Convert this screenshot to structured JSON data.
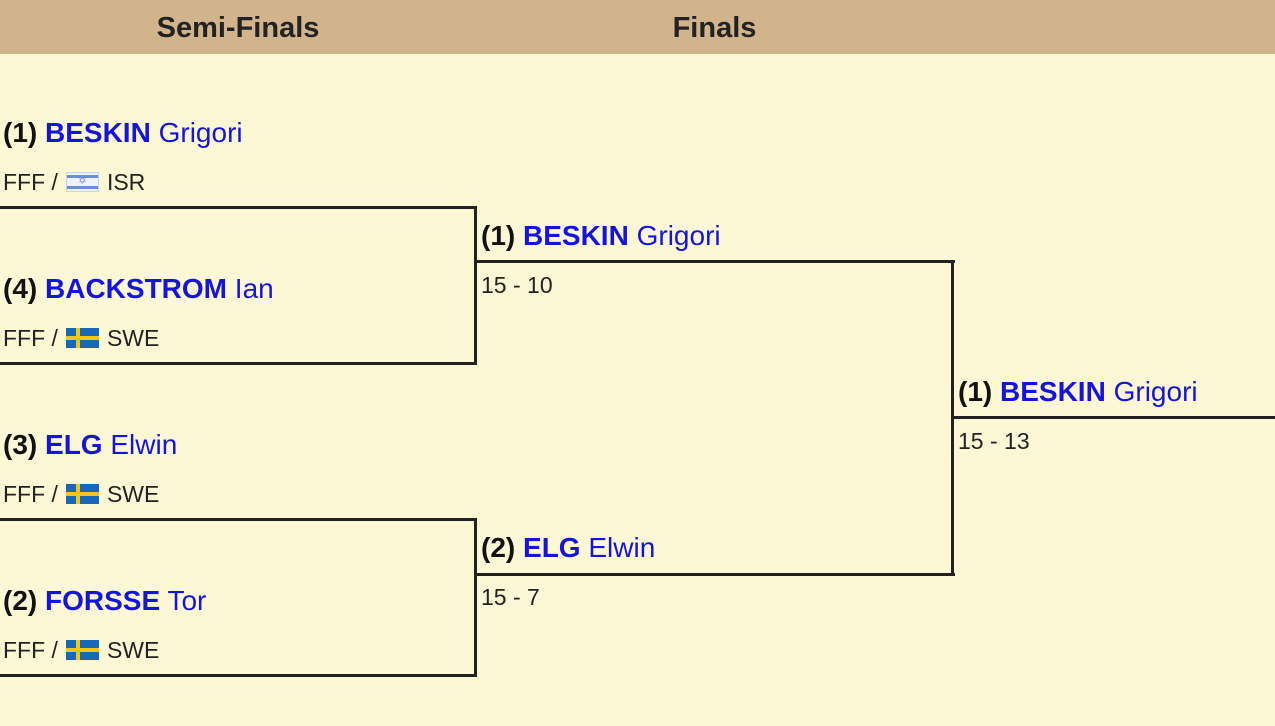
{
  "columns": {
    "semi_finals": "Semi-Finals",
    "finals": "Finals"
  },
  "semi_finals": [
    {
      "seed": "(1)",
      "surname": "BESKIN",
      "firstname": "Grigori",
      "club": "FFF /",
      "country": "ISR",
      "flag": "israel-flag"
    },
    {
      "seed": "(4)",
      "surname": "BACKSTROM",
      "firstname": "Ian",
      "club": "FFF /",
      "country": "SWE",
      "flag": "sweden-flag"
    },
    {
      "seed": "(3)",
      "surname": "ELG",
      "firstname": "Elwin",
      "club": "FFF /",
      "country": "SWE",
      "flag": "sweden-flag"
    },
    {
      "seed": "(2)",
      "surname": "FORSSE",
      "firstname": "Tor",
      "club": "FFF /",
      "country": "SWE",
      "flag": "sweden-flag"
    }
  ],
  "finals": [
    {
      "seed": "(1)",
      "surname": "BESKIN",
      "firstname": "Grigori",
      "score": "15 - 10"
    },
    {
      "seed": "(2)",
      "surname": "ELG",
      "firstname": "Elwin",
      "score": "15 - 7"
    }
  ],
  "winner": {
    "seed": "(1)",
    "surname": "BESKIN",
    "firstname": "Grigori",
    "score": "15 - 13"
  },
  "colors": {
    "background": "#fcf8d6",
    "header": "#d2b48c",
    "link": "#1414e0",
    "sweden_blue": "#1769b8",
    "sweden_yellow": "#f5c518"
  }
}
